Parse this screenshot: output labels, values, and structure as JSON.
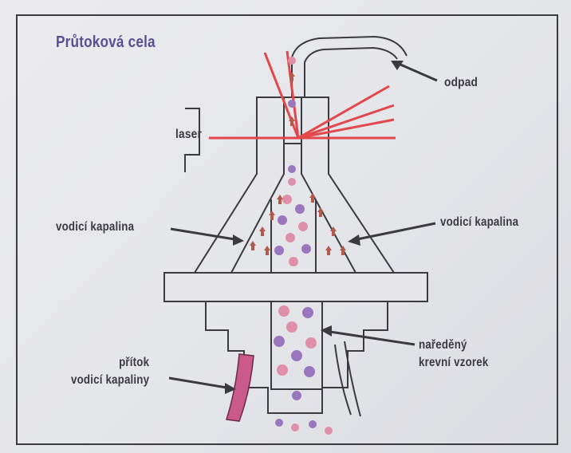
{
  "title": "Průtoková cela",
  "labels": {
    "odpad": "odpad",
    "laser": "laser",
    "vodici_left": "vodicí kapalina",
    "vodici_right": "vodicí kapalina",
    "sample_line1": "naředěný",
    "sample_line2": "krevní vzorek",
    "inflow_line1": "přítok",
    "inflow_line2": "vodicí kapaliny"
  },
  "colors": {
    "title": "#5b4f93",
    "text": "#3b3a41",
    "outline": "#3a3a3f",
    "laser": "#e2474c",
    "cell_pink": "#df8fa7",
    "cell_purple": "#9a76bd",
    "tube": "#c95a8a"
  }
}
